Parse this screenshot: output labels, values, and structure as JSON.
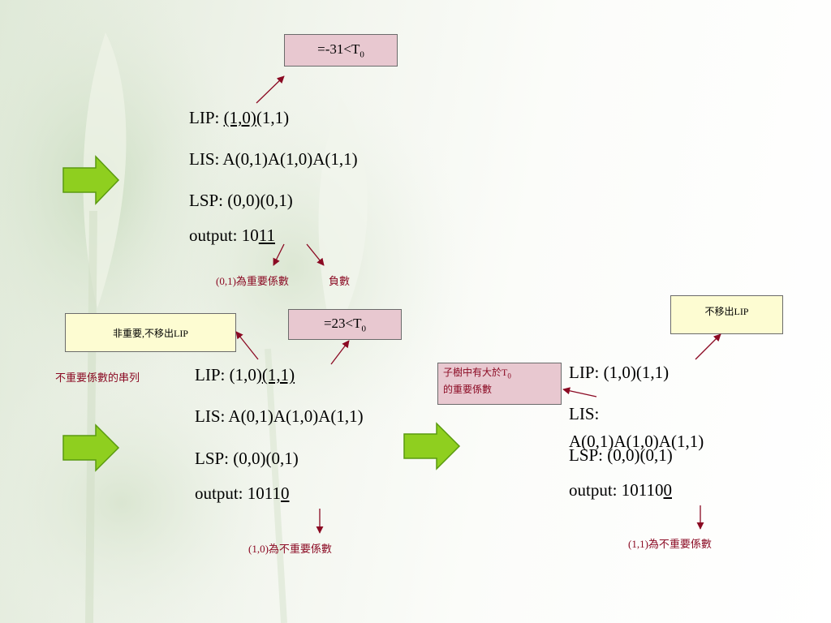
{
  "colors": {
    "arrow_fill": "#8fcf1f",
    "arrow_stroke": "#5a9a10",
    "annotation": "#8b0a23",
    "pink_box": "#e8c8d0",
    "yellow_box": "#fdfcd2"
  },
  "step1": {
    "threshold": {
      "prefix": "=-31<T",
      "sub": "0"
    },
    "lip": {
      "label": "LIP: ",
      "ul": "(1,0)",
      "rest": "(1,1)"
    },
    "lis": "LIS: A(0,1)A(1,0)A(1,1)",
    "lsp": "LSP: (0,0)(0,1)",
    "output": {
      "label": "output: 10",
      "ul": "11"
    },
    "note_a": "(0,1)為重要係數",
    "note_b": "負數"
  },
  "step2": {
    "note_box": "非重要,不移出LIP",
    "side_label": "不重要係數的串列",
    "threshold": {
      "prefix": "=23<T",
      "sub": "0"
    },
    "lip": {
      "label": "LIP: (1,0)",
      "ul": "(1,1)"
    },
    "lis": "LIS: A(0,1)A(1,0)A(1,1)",
    "lsp": "LSP: (0,0)(0,1)",
    "output": {
      "label": "output: 1011",
      "ul": "0"
    },
    "note": "(1,0)為不重要係數"
  },
  "step3": {
    "note_box": "不移出LIP",
    "subtree_box": {
      "line1_prefix": "子樹中有大於T",
      "line1_sub": "0",
      "line2": "的重要係數"
    },
    "lip": "LIP: (1,0)(1,1)",
    "lis_label": "LIS:",
    "lis_value": "A(0,1)A(1,0)A(1,1)",
    "lsp": "LSP: (0,0)(0,1)",
    "output": {
      "label": "output: 10110",
      "ul": "0"
    },
    "note": "(1,1)為不重要係數"
  }
}
